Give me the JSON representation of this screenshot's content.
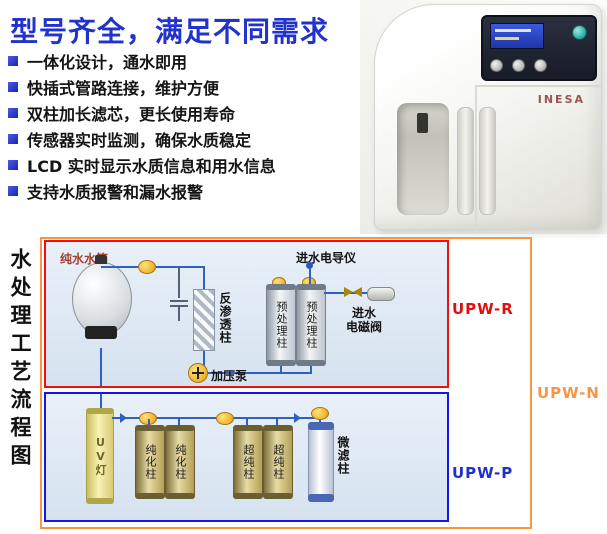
{
  "title": "型号齐全，满足不同需求",
  "bullets": [
    "一体化设计，通水即用",
    "快插式管路连接，维护方便",
    "双柱加长滤芯，更长使用寿命",
    "传感器实时监测，确保水质稳定",
    "LCD 实时显示水质信息和用水信息",
    "支持水质报警和漏水报警"
  ],
  "product": {
    "brand": "INESA"
  },
  "flow": {
    "side_label": "水处理工艺流程图",
    "tank": "纯水水箱",
    "conductivity": "进水电导仪",
    "ro": "反渗透柱",
    "pre1": "预处理柱",
    "pre2": "预处理柱",
    "pump": "加压泵",
    "inlet1": "进水",
    "inlet2": "电磁阀",
    "uv": "UV灯",
    "pure1": "纯化柱",
    "pure2": "纯化柱",
    "ultra1": "超纯柱",
    "ultra2": "超纯柱",
    "micro": "微滤柱",
    "upw_r": "UPW-R",
    "upw_n": "UPW-N",
    "upw_p": "UPW-P"
  },
  "colors": {
    "accent_blue": "#2133cc",
    "frame_red": "#f01010",
    "frame_blue": "#1515e8",
    "frame_orange": "#f79646",
    "pipe_blue": "#3060c4"
  }
}
